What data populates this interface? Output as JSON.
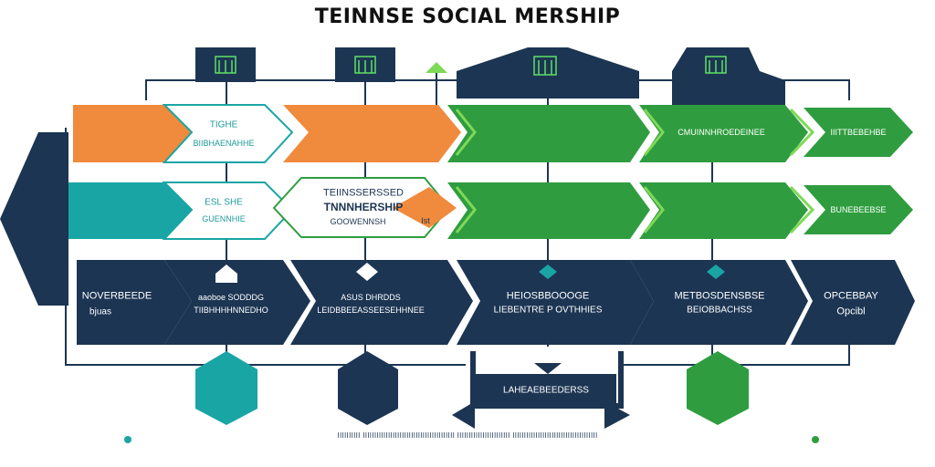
{
  "title": "TEINNSE SOCIAL MERSHIP",
  "colors": {
    "navy": "#1c3553",
    "orange": "#f08a3c",
    "teal": "#1aa5a5",
    "green": "#2f9d3f",
    "light_green": "#7ed957"
  },
  "labels": {
    "teal_box_upper": "TIGHE",
    "teal_box_lower": "BIIBHAENAHHE",
    "teal_box2_upper": "ESL SHE",
    "teal_box2_lower": "GUENNHIE",
    "center_hex_1": "TEIINSSERSSED",
    "center_hex_2": "TNNNHERSHIP",
    "center_hex_3": "GOOWENNSH",
    "center_side": "Ist",
    "left_navy_1": "NOVERBEEDE",
    "left_navy_2": "bjuas",
    "navy_col1_1": "aaoboe SODDDG",
    "navy_col1_2": "TIIBHHHHNNEDHO",
    "navy_col2_1": "ASUS DHRDDS",
    "navy_col2_2": "LEIDBBEEASSEESEHHNEE",
    "navy_col3_1": "HEIOSBBOOOGE",
    "navy_col3_2": "LIEBENTRE P OVTHHIES",
    "navy_col4_1": "METBOSDENSBSE",
    "navy_col4_2": "BEIOBBACHSS",
    "navy_col5_1": "OPCEBBAY",
    "navy_col5_2": "Opcibl",
    "green_right_1": "IIITTBEBEHBE",
    "green_right_2": "BUNEBEEBSE",
    "green_mid_1": "CMUINNHROEDEINEE",
    "bottom_center": "LAHEAEBEEDERSS",
    "footer": "IIIIIIIIII IIIIIIIIIIIIIIIIIIIIIIIIIIIIIIIIIIIIIIII IIIIIIIIIIIIIIIIIIIIIII IIIIIIIIIIIIIIIIIIIIIIIIIIIIIIIIIIIII"
  }
}
